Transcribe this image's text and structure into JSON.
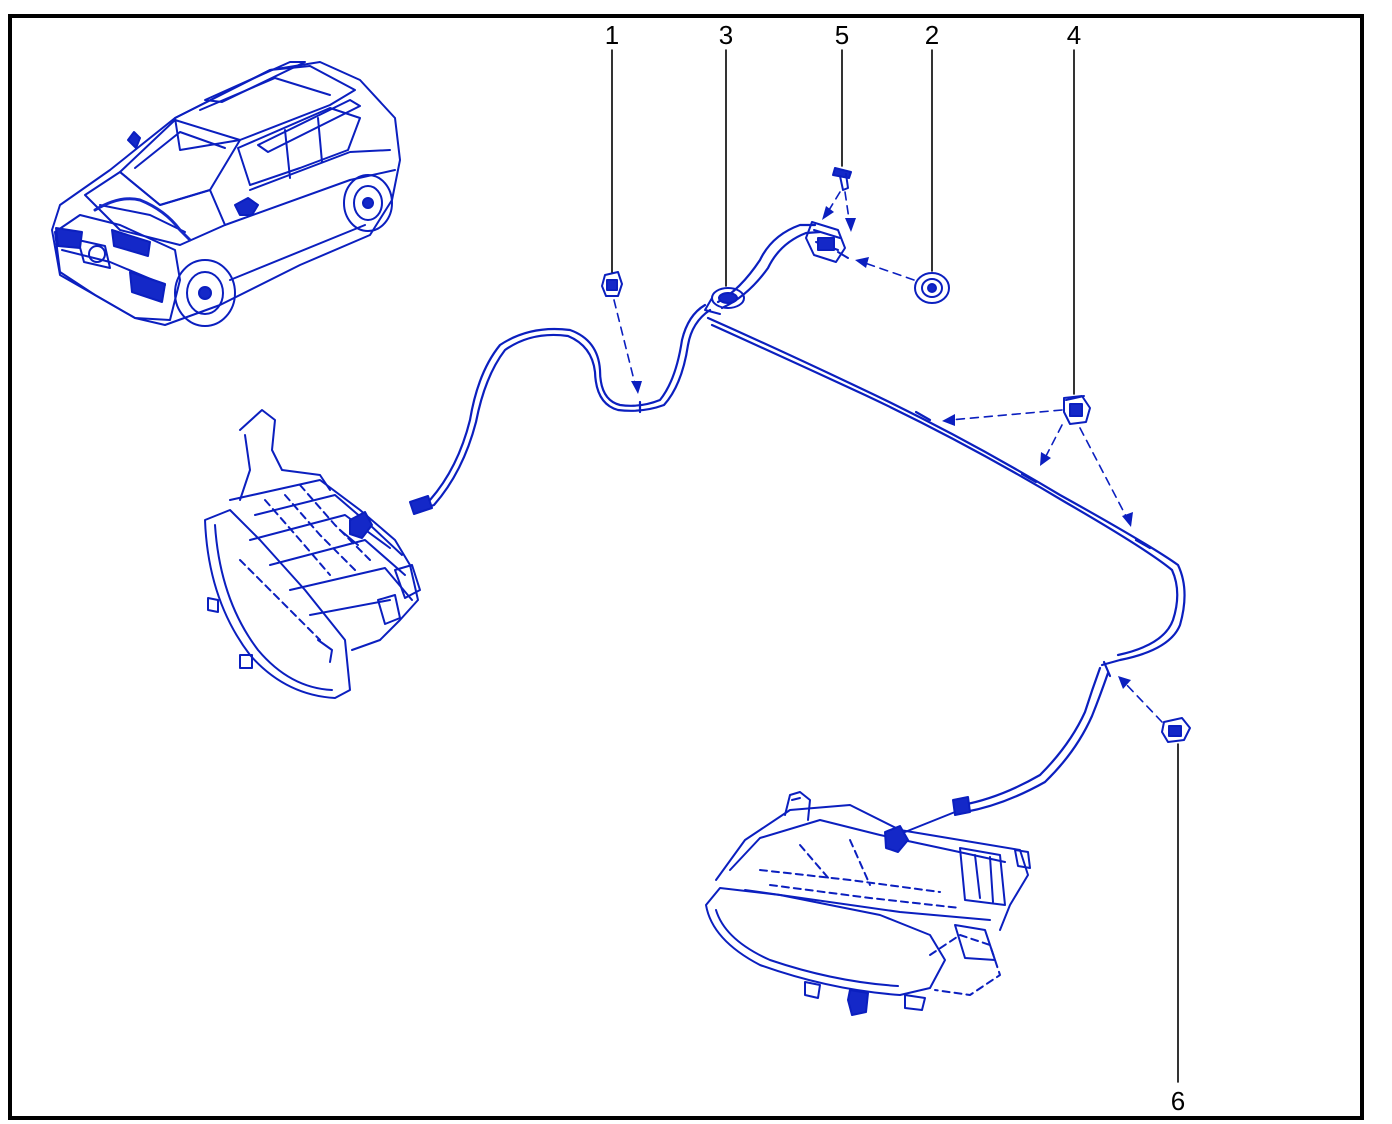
{
  "colors": {
    "line": "#0b1fbf",
    "fill": "#1428c8",
    "border": "#000000",
    "text": "#000000",
    "background": "#ffffff"
  },
  "callouts": [
    {
      "id": "1",
      "label": "1"
    },
    {
      "id": "3",
      "label": "3"
    },
    {
      "id": "5",
      "label": "5"
    },
    {
      "id": "2",
      "label": "2"
    },
    {
      "id": "4",
      "label": "4"
    },
    {
      "id": "6",
      "label": "6"
    }
  ]
}
